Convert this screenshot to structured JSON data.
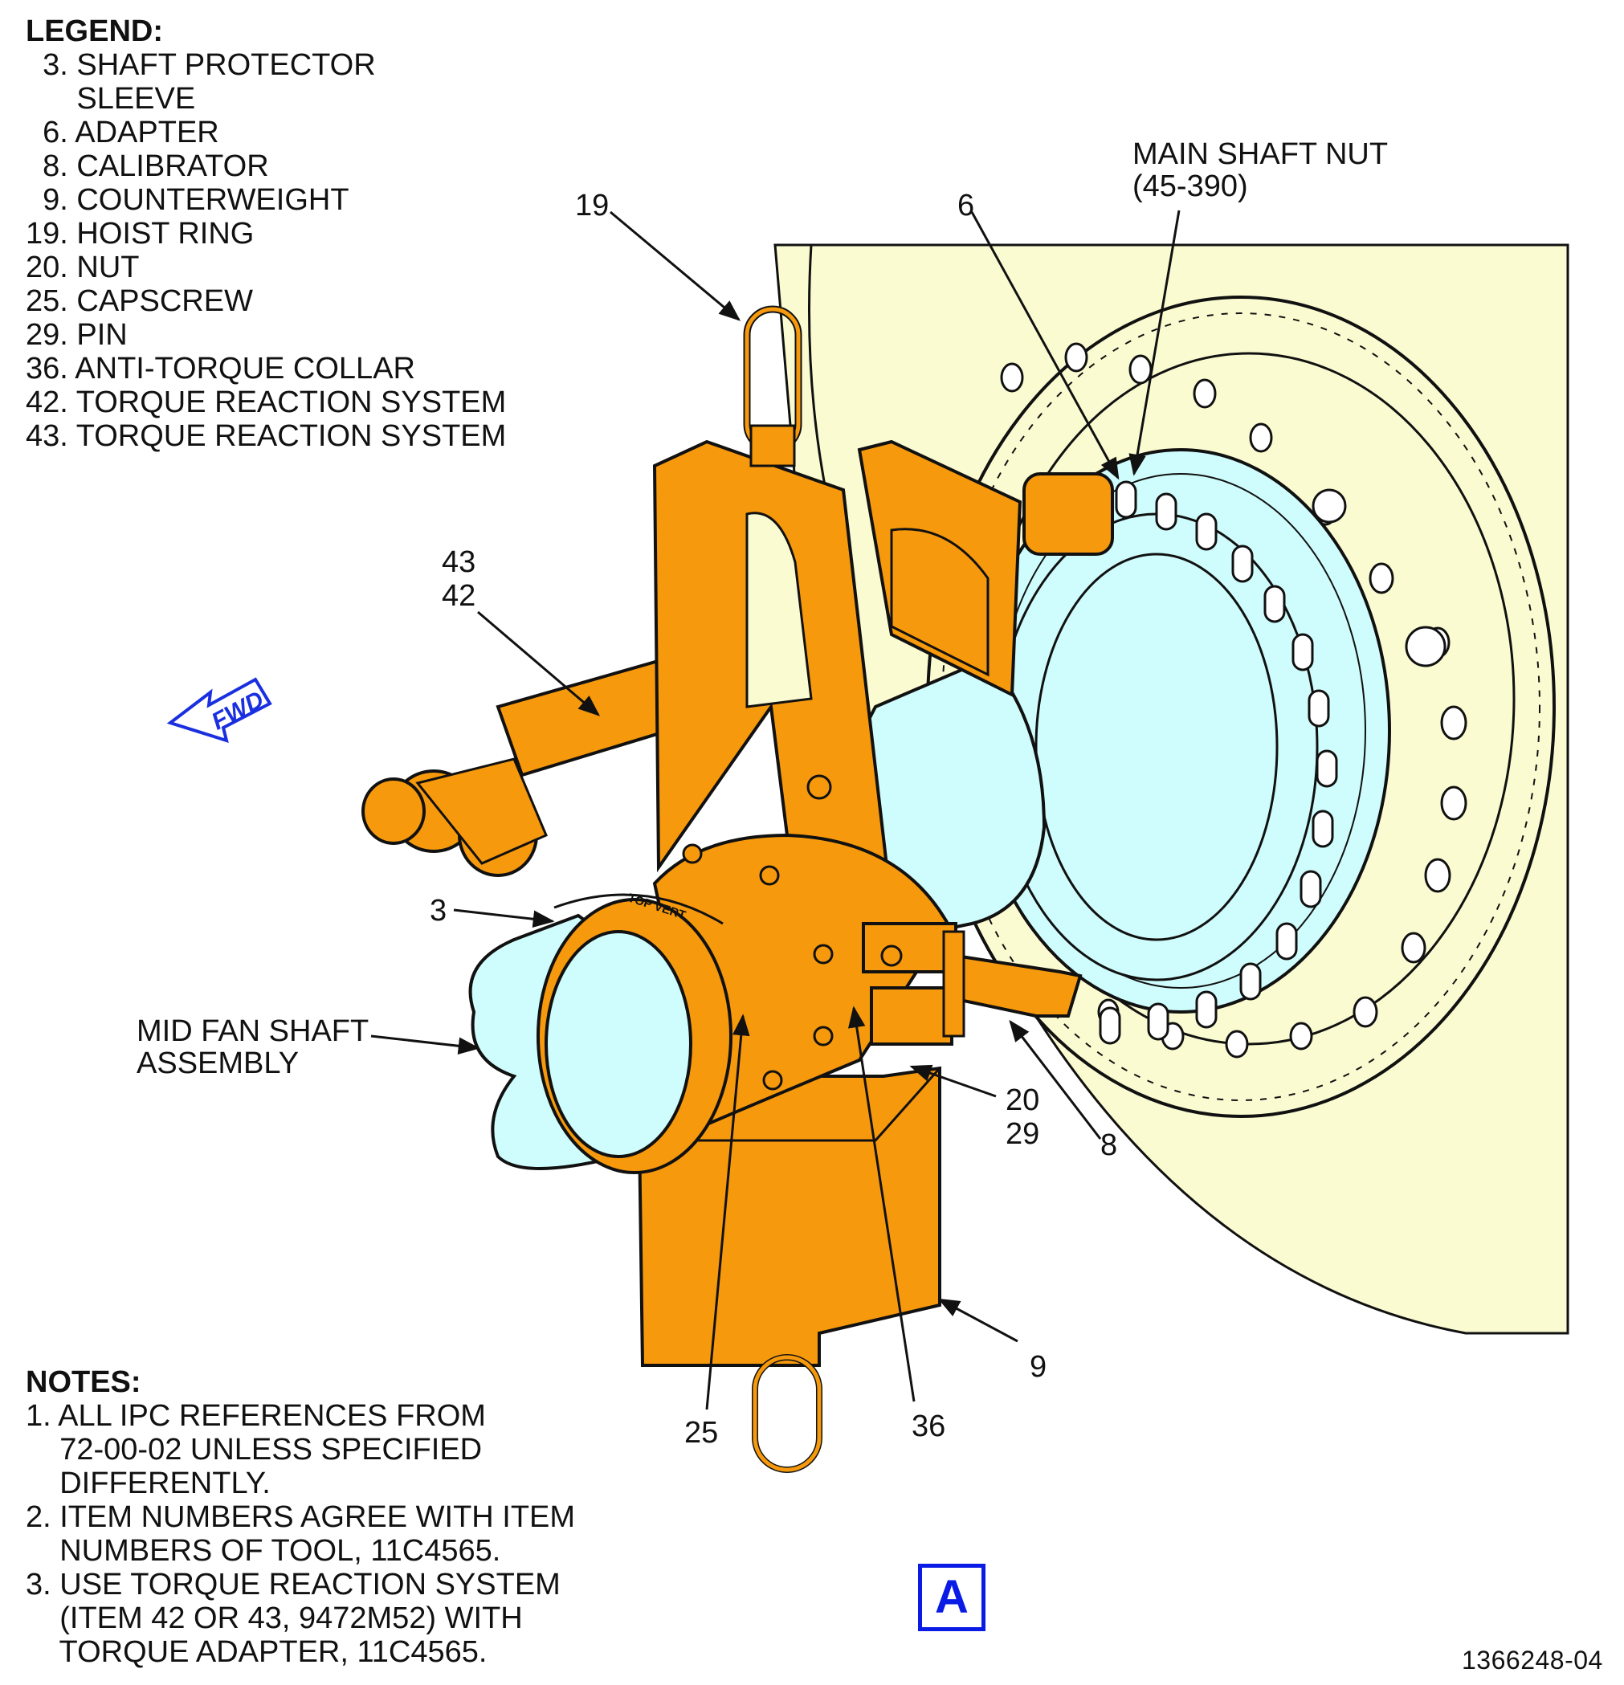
{
  "legend": {
    "title": "LEGEND:",
    "items": [
      "  3. SHAFT PROTECTOR",
      "      SLEEVE",
      "  6. ADAPTER",
      "  8. CALIBRATOR",
      "  9. COUNTERWEIGHT",
      "19. HOIST RING",
      "20. NUT",
      "25. CAPSCREW",
      "29. PIN",
      "36. ANTI-TORQUE COLLAR",
      "42. TORQUE REACTION SYSTEM",
      "43. TORQUE REACTION SYSTEM"
    ]
  },
  "notes": {
    "title": "NOTES:",
    "items": [
      "1. ALL IPC REFERENCES FROM",
      "    72-00-02 UNLESS SPECIFIED",
      "    DIFFERENTLY.",
      "2. ITEM NUMBERS AGREE WITH ITEM",
      "    NUMBERS OF TOOL, 11C4565.",
      "3. USE TORQUE REACTION SYSTEM",
      "    (ITEM 42 OR 43, 9472M52) WITH",
      "    TORQUE ADAPTER, 11C4565."
    ]
  },
  "callouts": {
    "c19": "19",
    "c6": "6",
    "main_shaft_nut_line1": "MAIN SHAFT NUT",
    "main_shaft_nut_line2": "(45-390)",
    "c43": "43",
    "c42": "42",
    "c3": "3",
    "mid_fan_line1": "MID FAN SHAFT",
    "mid_fan_line2": "ASSEMBLY",
    "c20": "20",
    "c29": "29",
    "c8": "8",
    "c9": "9",
    "c25": "25",
    "c36": "36"
  },
  "fwd_label": "FWD",
  "top_vert_label": "TOP VERT",
  "view_label": "A",
  "figure_id": "1366248-04",
  "colors": {
    "tool_orange": "#f7990c",
    "shaft_cyan": "#cffcfc",
    "case_yellow": "#fbfbd2",
    "outline": "#111111",
    "fwd_blue": "#1a2fe0"
  }
}
